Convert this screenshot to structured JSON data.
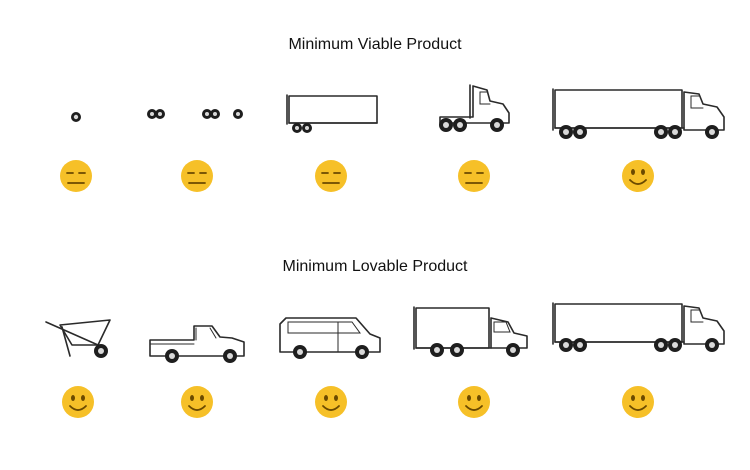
{
  "diagram": {
    "rows": [
      {
        "title": "Minimum Viable Product",
        "steps": [
          {
            "item": "wheel",
            "face": "neutral-face-icon"
          },
          {
            "item": "wheels-axles",
            "face": "neutral-face-icon"
          },
          {
            "item": "trailer",
            "face": "neutral-face-icon"
          },
          {
            "item": "tractor-cab",
            "face": "neutral-face-icon"
          },
          {
            "item": "semi-truck",
            "face": "smiling-face-icon"
          }
        ]
      },
      {
        "title": "Minimum Lovable Product",
        "steps": [
          {
            "item": "wheelbarrow",
            "face": "smiling-face-icon"
          },
          {
            "item": "pickup-truck",
            "face": "smiling-face-icon"
          },
          {
            "item": "van",
            "face": "smiling-face-icon"
          },
          {
            "item": "box-truck",
            "face": "smiling-face-icon"
          },
          {
            "item": "semi-truck",
            "face": "smiling-face-icon"
          }
        ]
      }
    ],
    "colors": {
      "face": "#f6c028",
      "feature": "#6b4a00",
      "stroke": "#2a2a2a"
    }
  }
}
